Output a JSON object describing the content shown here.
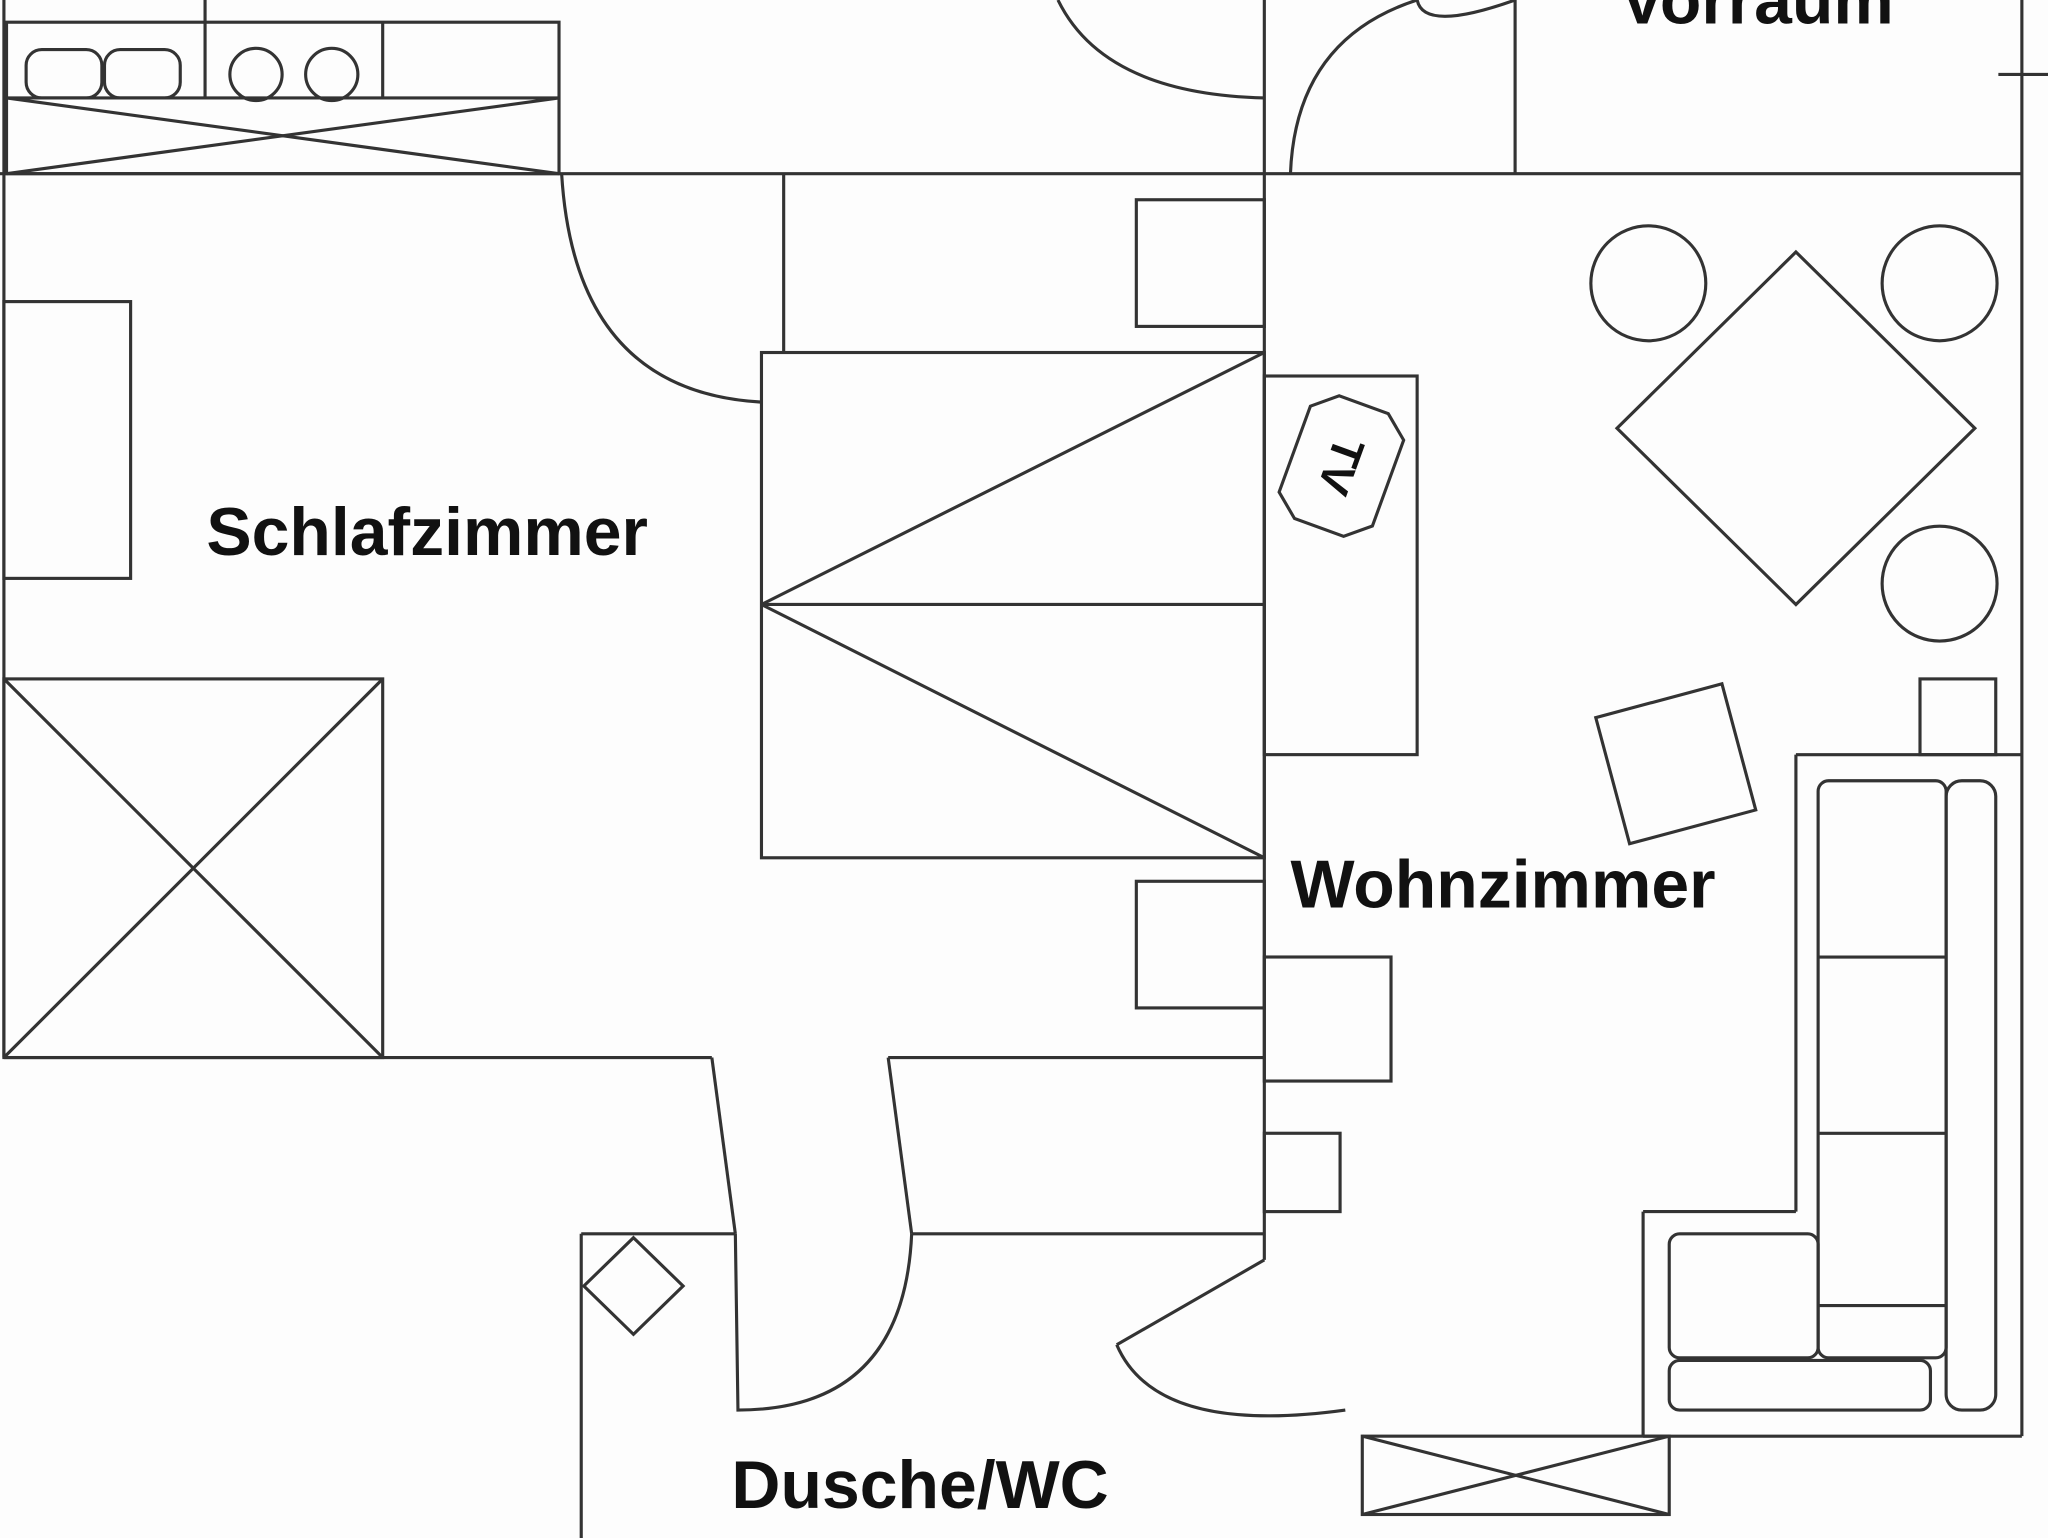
{
  "floorplan": {
    "rooms": {
      "vorraum": "Vorraum",
      "schlafzimmer": "Schlafzimmer",
      "wohnzimmer": "Wohnzimmer",
      "dusche_wc": "Dusche/WC"
    },
    "tv_label": "TV",
    "line_color": "#333333",
    "background": "#fdfdfd"
  }
}
